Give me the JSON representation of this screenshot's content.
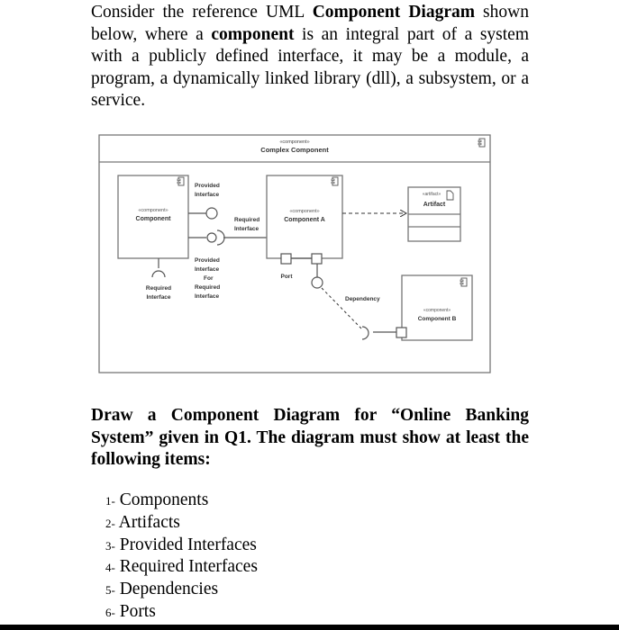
{
  "intro": {
    "before_term1": "Consider the reference UML ",
    "term1": "Component Diagram",
    "between": " shown below, where a ",
    "term2": "component",
    "after_term2": " is an integral part of a system with a publicly defined interface, it may be a module, a program, a dynamically linked library (dll), a subsystem, or a service."
  },
  "diagram": {
    "outer_stereotype": "«component»",
    "outer_title": "Complex Component",
    "component_stereotype": "«component»",
    "component_label": "Component",
    "provided_interface_label_1": "Provided",
    "provided_interface_label_2": "Interface",
    "required_interface_label_1": "Required",
    "required_interface_label_2": "Interface",
    "component_a_stereotype": "«component»",
    "component_a_label": "Component A",
    "artifact_stereotype": "«artifact»",
    "artifact_label": "Artifact",
    "provided_for_required_1": "Provided",
    "provided_for_required_2": "Interface",
    "provided_for_required_3": "For",
    "provided_for_required_4": "Required",
    "provided_for_required_5": "Interface",
    "left_required_1": "Required",
    "left_required_2": "Interface",
    "port_label": "Port",
    "dependency_label": "Dependency",
    "component_b_stereotype": "«component»",
    "component_b_label": "Component B"
  },
  "question": "Draw a Component Diagram for “Online Banking System” given in Q1. The diagram must show at least the following items:",
  "items": [
    {
      "num": "1-",
      "label": "Components"
    },
    {
      "num": "2-",
      "label": "Artifacts"
    },
    {
      "num": "3-",
      "label": "Provided Interfaces"
    },
    {
      "num": "4-",
      "label": "Required Interfaces"
    },
    {
      "num": "5-",
      "label": "Dependencies"
    },
    {
      "num": "6-",
      "label": "Ports"
    }
  ]
}
